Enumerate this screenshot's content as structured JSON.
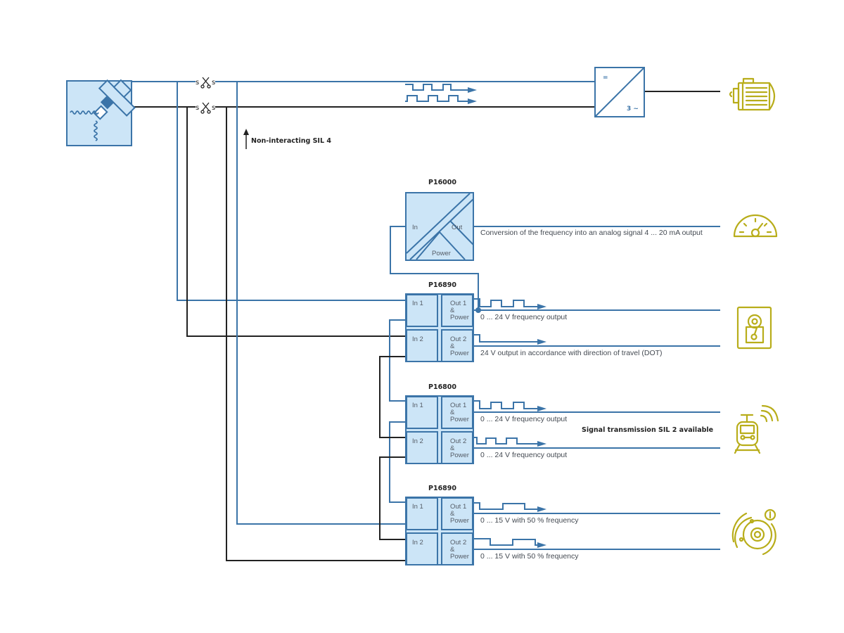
{
  "colors": {
    "wire_blue": "#3b74a8",
    "wire_black": "#222222",
    "module_fill": "#cce5f7",
    "icon_accent": "#b8ad1a"
  },
  "sensor": {
    "icon": "speed-sensor-icon"
  },
  "switches": [
    {
      "left": "s",
      "right": "s",
      "icon": "scissors-icon"
    },
    {
      "left": "s",
      "right": "s",
      "icon": "scissors-icon"
    }
  ],
  "note_sil4": "Non-interacting SIL 4",
  "converter": {
    "top_symbol": "=",
    "bottom_symbol": "3 ~"
  },
  "note_sil2": "Signal transmission SIL 2 available",
  "p16000": {
    "title": "P16000",
    "in_label": "In",
    "out_label": "Out",
    "power_label": "Power",
    "description": "Conversion of the frequency into an analog signal 4 ... 20 mA output"
  },
  "modules": [
    {
      "title": "P16890",
      "in1": "In 1",
      "in2": "In 2",
      "out1": [
        "Out 1",
        "&",
        "Power"
      ],
      "out2": [
        "Out 2",
        "&",
        "Power"
      ],
      "out1_desc": "0 ... 24 V frequency output",
      "out2_desc": "24 V output in accordance with direction of travel (DOT)"
    },
    {
      "title": "P16800",
      "in1": "In 1",
      "in2": "In 2",
      "out1": [
        "Out 1",
        "&",
        "Power"
      ],
      "out2": [
        "Out 2",
        "&",
        "Power"
      ],
      "out1_desc": "0 ... 24 V frequency output",
      "out2_desc": "0 ... 24 V frequency output"
    },
    {
      "title": "P16890",
      "in1": "In 1",
      "in2": "In 2",
      "out1": [
        "Out 1",
        "&",
        "Power"
      ],
      "out2": [
        "Out 2",
        "&",
        "Power"
      ],
      "out1_desc": "0 ... 15 V with 50 % frequency",
      "out2_desc": "0 ... 15 V with 50 % frequency"
    }
  ],
  "endpoints": [
    {
      "icon": "motor-icon"
    },
    {
      "icon": "speedometer-gauge-icon"
    },
    {
      "icon": "door-control-icon"
    },
    {
      "icon": "train-wireless-icon"
    },
    {
      "icon": "brake-disc-icon"
    }
  ]
}
